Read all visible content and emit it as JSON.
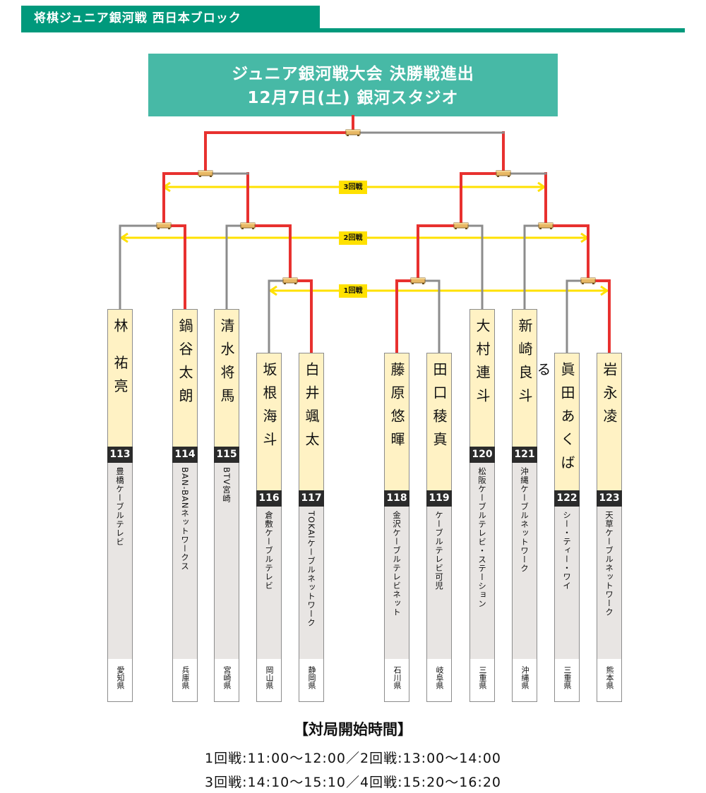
{
  "header": {
    "section_title": "将棋ジュニア銀河戦 西日本ブロック"
  },
  "title_box": {
    "line1": "ジュニア銀河戦大会 決勝戦進出",
    "line2": "12月7日(土) 銀河スタジオ"
  },
  "colors": {
    "accent": "#00997c",
    "title_bg": "#47b9a6",
    "winner_line": "#e8312f",
    "loser_line": "#8c8c8c",
    "round_line": "#ffe100",
    "name_bg": "#fff2c4"
  },
  "rounds": [
    {
      "label": "3回戦"
    },
    {
      "label": "2回戦"
    },
    {
      "label": "1回戦"
    }
  ],
  "players": [
    {
      "id": "113",
      "name": "林 祐亮",
      "cable": "豊橋ケーブルテレビ",
      "pref": "愛知県"
    },
    {
      "id": "114",
      "name": "鍋谷太朗",
      "cable": "BAN-BANネットワークス",
      "pref": "兵庫県"
    },
    {
      "id": "115",
      "name": "清水将馬",
      "cable": "BTV宮崎",
      "pref": "宮崎県"
    },
    {
      "id": "116",
      "name": "坂根海斗",
      "cable": "倉敷ケーブルテレビ",
      "pref": "岡山県"
    },
    {
      "id": "117",
      "name": "白井颯太",
      "cable": "TOKAIケーブルネットワーク",
      "pref": "静岡県"
    },
    {
      "id": "118",
      "name": "藤原悠暉",
      "cable": "金沢ケーブルテレビネット",
      "pref": "石川県"
    },
    {
      "id": "119",
      "name": "田口稜真",
      "cable": "ケーブルテレビ可児",
      "pref": "岐阜県"
    },
    {
      "id": "120",
      "name": "大村連斗",
      "cable": "松阪ケーブルテレビ・ステーション",
      "pref": "三重県"
    },
    {
      "id": "121",
      "name": "新崎良斗",
      "cable": "沖縄ケーブルネットワーク",
      "pref": "沖縄県"
    },
    {
      "id": "122",
      "name": "眞田あくばる",
      "cable": "シー・ティー・ワイ",
      "pref": "三重県"
    },
    {
      "id": "123",
      "name": "岩永凌",
      "cable": "天草ケーブルネットワーク",
      "pref": "熊本県"
    }
  ],
  "matches": [
    {
      "id": "A",
      "round": 1,
      "a": "116",
      "b": "117",
      "winner": "117"
    },
    {
      "id": "B",
      "round": 1,
      "a": "118",
      "b": "119",
      "winner": "118"
    },
    {
      "id": "C",
      "round": 1,
      "a": "122",
      "b": "123",
      "winner": "123"
    },
    {
      "id": "D",
      "round": 2,
      "a": "113",
      "b": "114",
      "winner": "114"
    },
    {
      "id": "E",
      "round": 2,
      "a": "115",
      "b": "A",
      "winner": "A"
    },
    {
      "id": "F",
      "round": 2,
      "a": "B",
      "b": "120",
      "winner": "B"
    },
    {
      "id": "G",
      "round": 2,
      "a": "121",
      "b": "C",
      "winner": "C"
    },
    {
      "id": "H",
      "round": 3,
      "a": "D",
      "b": "E",
      "winner": "D"
    },
    {
      "id": "I",
      "round": 3,
      "a": "F",
      "b": "G",
      "winner": "F"
    },
    {
      "id": "J",
      "round": 4,
      "a": "H",
      "b": "I",
      "winner": "H"
    }
  ],
  "schedule": {
    "title": "【対局開始時間】",
    "line1": "1回戦:11:00～12:00／2回戦:13:00～14:00",
    "line2": "3回戦:14:10～15:10／4回戦:15:20～16:20"
  }
}
